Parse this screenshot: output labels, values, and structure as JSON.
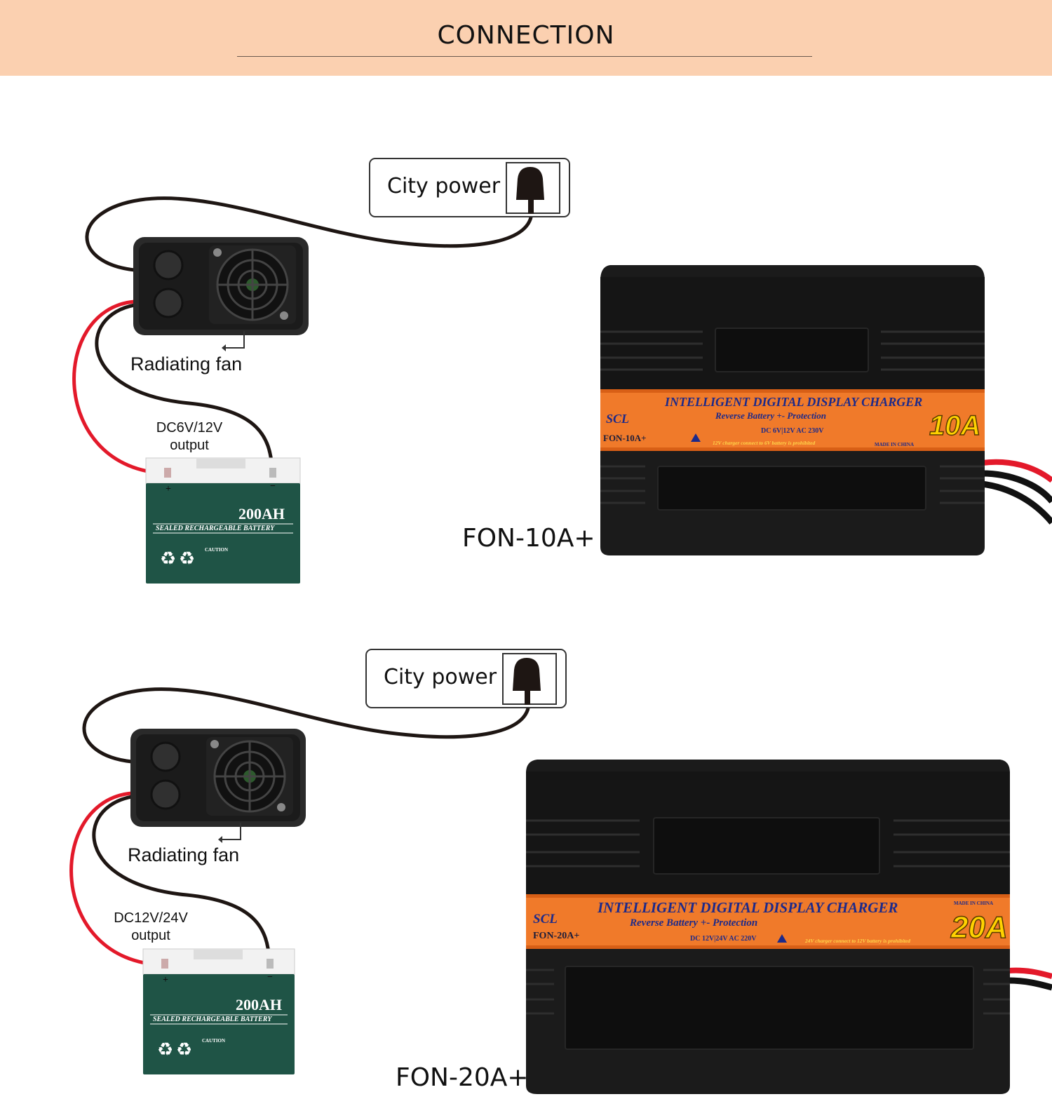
{
  "header": {
    "title": "CONNECTION"
  },
  "panels": [
    {
      "city_power": "City power",
      "fan_label": "Radiating fan",
      "output_label": [
        "DC6V/12V",
        "output"
      ],
      "battery": {
        "capacity": "200AH",
        "type": "SEALED RECHARGEABLE BATTERY",
        "caution": "CAUTION",
        "plus": "+",
        "minus": "−"
      },
      "model_caption": "FON-10A+",
      "charger": {
        "brand": "SCL",
        "title": "INTELLIGENT DIGITAL DISPLAY CHARGER",
        "subtitle": "Reverse Battery +- Protection",
        "spec": "DC 6V|12V  AC 230V",
        "warning": "12V charger connect to 6V battery is prohibited",
        "made_in": "MADE IN CHINA",
        "model": "FON-10A+",
        "amp": "10A"
      }
    },
    {
      "city_power": "City power",
      "fan_label": "Radiating fan",
      "output_label": [
        "DC12V/24V",
        "output"
      ],
      "battery": {
        "capacity": "200AH",
        "type": "SEALED RECHARGEABLE BATTERY",
        "caution": "CAUTION",
        "plus": "+",
        "minus": "−"
      },
      "model_caption": "FON-20A+",
      "charger": {
        "brand": "SCL",
        "title": "INTELLIGENT DIGITAL DISPLAY CHARGER",
        "subtitle": "Reverse Battery +- Protection",
        "spec": "DC 12V|24V  AC 220V",
        "warning": "24V charger connect to 12V battery is prohibited",
        "made_in": "MADE IN CHINA",
        "model": "FON-20A+",
        "amp": "20A"
      }
    }
  ],
  "colors": {
    "header_bg": "#fbd0b0",
    "label_orange": "#f07a2a",
    "label_text": "#1d2a8a",
    "battery_green": "#1f5446",
    "wire_red": "#e3192a"
  }
}
